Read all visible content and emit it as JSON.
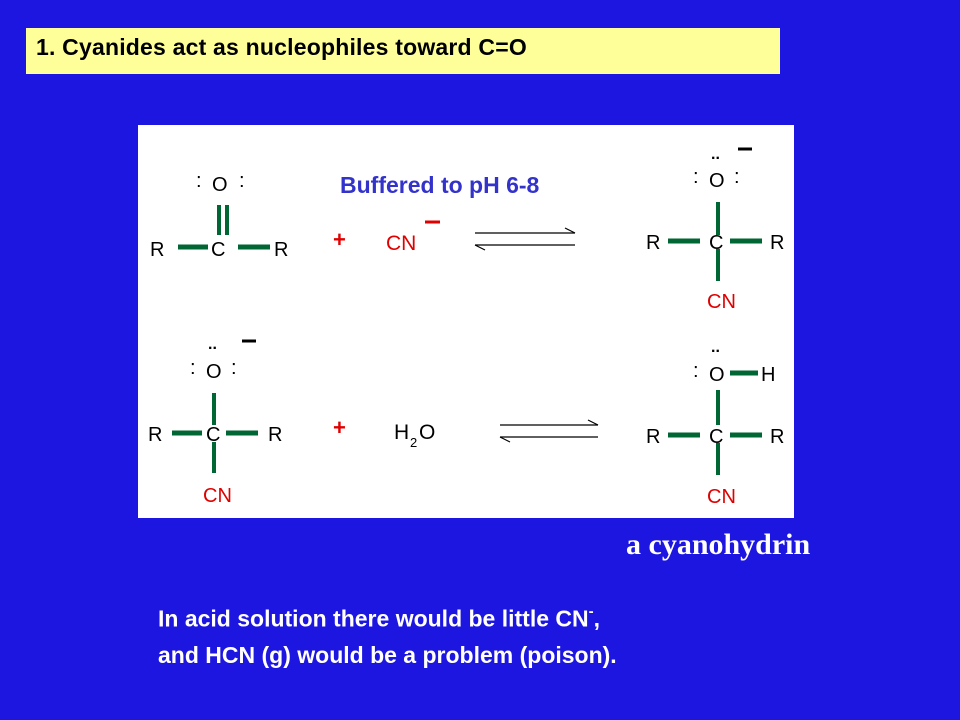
{
  "slide": {
    "title": "1. Cyanides act as nucleophiles toward C=O",
    "caption": "a cyanohydrin",
    "note": {
      "line1": "In acid solution there would be little CN",
      "line1_sup": "-",
      "line1_end": ",",
      "line2": "and HCN (g) would be a problem (poison)."
    }
  },
  "reaction1": {
    "condition": "Buffered to pH 6-8",
    "plus": "+",
    "reagent": "CN",
    "charge": "–",
    "substrate": {
      "oxygen": "O",
      "carbon": "C",
      "left_r": "R",
      "right_r": "R",
      "lone_pairs": [
        ":",
        ":"
      ]
    },
    "product": {
      "oxygen": "O",
      "carbon": "C",
      "left_r": "R",
      "right_r": "R",
      "cn": "CN",
      "charge": "–",
      "lone_pairs": [
        "..",
        ":",
        ":"
      ]
    }
  },
  "reaction2": {
    "plus": "+",
    "reagent_h": "H",
    "reagent_sub": "2",
    "reagent_o": "O",
    "substrate": {
      "oxygen": "O",
      "carbon": "C",
      "left_r": "R",
      "right_r": "R",
      "cn": "CN",
      "charge": "–",
      "lone_pairs": [
        "..",
        ":",
        ":"
      ]
    },
    "product": {
      "oxygen": "O",
      "hydrogen": "H",
      "carbon": "C",
      "left_r": "R",
      "right_r": "R",
      "cn": "CN",
      "lone_pairs": [
        "..",
        ":"
      ]
    }
  },
  "colors": {
    "background": "#1c16e0",
    "title_box": "#ffff99",
    "bond": "#006633",
    "cn_red": "#e00000",
    "condition_blue": "#3333cc"
  }
}
